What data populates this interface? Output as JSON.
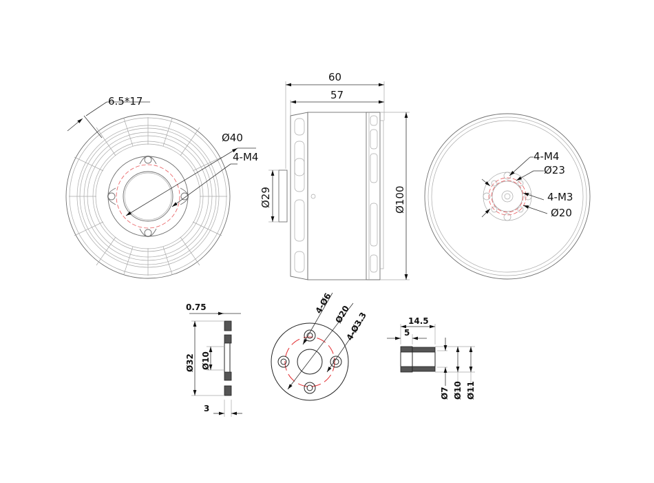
{
  "drawing": {
    "background": "#ffffff",
    "accent_color": "#e8575a",
    "line_color": "#6e6e6e"
  },
  "front_view": {
    "slot_label": "6.5*17",
    "bolt_circle_label": "Ø40",
    "holes_label": "4-M4"
  },
  "side_view": {
    "overall_length_label": "60",
    "body_length_label": "57",
    "shaft_boss_label": "Ø29",
    "diameter_label": "Ø100"
  },
  "rear_view": {
    "outer_holes_label": "4-M4",
    "outer_circle_label": "Ø23",
    "inner_holes_label": "4-M3",
    "inner_circle_label": "Ø20"
  },
  "washer_view": {
    "thickness_top_label": "0.75",
    "outer_dia_label": "Ø32",
    "inner_dia_label": "Ø10",
    "thickness_label": "3"
  },
  "mount_plate_view": {
    "holes_label": "4-Ø6",
    "circle_label": "Ø20",
    "small_holes_label": "4-Ø3.3"
  },
  "bushing_view": {
    "length_label": "14.5",
    "step_label": "5",
    "inner_dia_label": "Ø7",
    "mid_dia_label": "Ø10",
    "outer_dia_label": "Ø11"
  }
}
